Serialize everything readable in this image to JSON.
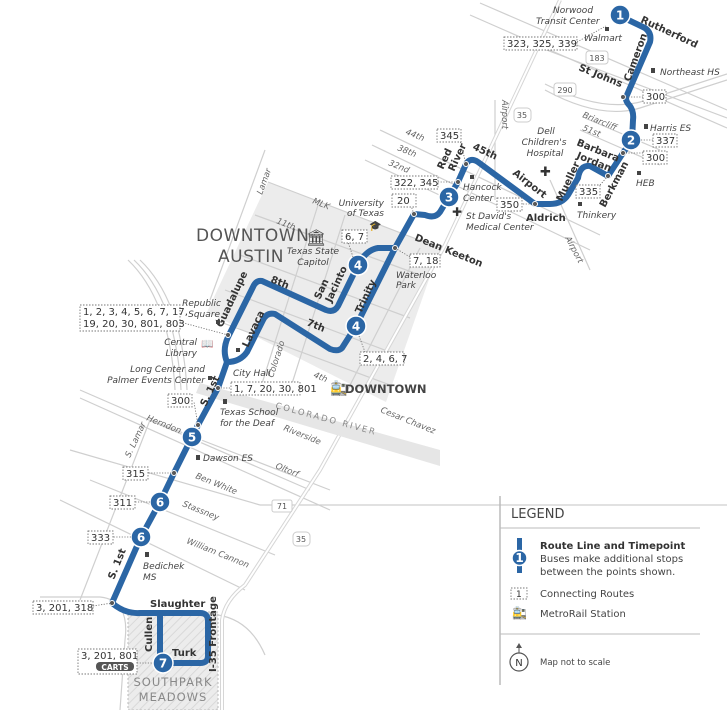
{
  "map": {
    "route_color": "#2b66a5",
    "downtown_label": [
      "DOWNTOWN",
      "AUSTIN"
    ],
    "downtown_station": "DOWNTOWN",
    "southpark_label": [
      "SOUTHPARK",
      "MEADOWS"
    ],
    "river": "COLORADO RIVER",
    "highway_shields": [
      "183",
      "290",
      "35",
      "71",
      "35"
    ],
    "timepoints": [
      "1",
      "2",
      "3",
      "4",
      "4",
      "5",
      "6",
      "6",
      "7"
    ],
    "route_streets": {
      "rutherford": "Rutherford",
      "cameron": "Cameron",
      "st_johns": "St Johns",
      "barbara_jordan": [
        "Barbara",
        "Jordan"
      ],
      "berkman": "Berkman",
      "mueller": "Mueller",
      "airport": "Airport",
      "aldrich": "Aldrich",
      "forty_fifth": "45th",
      "red_river": [
        "Red",
        "River"
      ],
      "dean_keeton": "Dean Keeton",
      "san_jacinto": [
        "San",
        "Jacinto"
      ],
      "trinity": "Trinity",
      "eighth": "8th",
      "seventh": "7th",
      "guadalupe": "Guadalupe",
      "lavaca": "Lavaca",
      "s_first": "S. 1st",
      "s_first_south": "S. 1st",
      "slaughter": "Slaughter",
      "cullen": "Cullen",
      "turk": "Turk",
      "i35_frontage": "I-35 Frontage"
    },
    "other_streets": {
      "briarcliff": "Briarcliff",
      "fifty_first": "51st",
      "airport_n": "Airport",
      "airport_s": "Airport",
      "forty_fourth": "44th",
      "thirty_eighth": "38th",
      "thirty_second": "32nd",
      "mlk": "MLK",
      "lamar": "Lamar",
      "eleventh": "11th",
      "colorado": "Colorado",
      "fourth": "4th",
      "cesar_chavez": "Cesar Chavez",
      "herndon": "Herndon",
      "s_lamar": "S. Lamar",
      "riverside": "Riverside",
      "oltorf": "Oltorf",
      "ben_white": "Ben White",
      "stassney": "Stassney",
      "william_cannon": "William Cannon"
    },
    "places": {
      "norwood": [
        "Norwood",
        "Transit Center"
      ],
      "walmart": "Walmart",
      "northeast_hs": "Northeast HS",
      "harris_es": "Harris ES",
      "heb": "HEB",
      "thinkery": "Thinkery",
      "dell_childrens": [
        "Dell",
        "Children's",
        "Hospital"
      ],
      "hancock": [
        "Hancock",
        "Center"
      ],
      "st_davids": [
        "St David's",
        "Medical Center"
      ],
      "ut": [
        "University",
        "of Texas"
      ],
      "capitol": [
        "Texas State",
        "Capitol"
      ],
      "waterloo": [
        "Waterloo",
        "Park"
      ],
      "republic_square": [
        "Republic",
        "Square"
      ],
      "central_library": [
        "Central",
        "Library"
      ],
      "city_hall": "City Hall",
      "long_center": [
        "Long Center and",
        "Palmer Events Center"
      ],
      "school_deaf": [
        "Texas School",
        "for the Deaf"
      ],
      "dawson": "Dawson ES",
      "bedichek": [
        "Bedichek",
        "MS"
      ]
    },
    "connections": {
      "norwood": "323, 325, 339",
      "cameron_300": "300",
      "harris_337": "337",
      "berkman_300": "300",
      "barbara_335": "335",
      "aldrich_350": "350",
      "red_river_345": "345",
      "hancock": "322, 345",
      "dean_keeton_20": "20",
      "waterloo": "7, 18",
      "san_jacinto": "6, 7",
      "trinity": "2, 4, 6, 7",
      "republic": [
        "1, 2, 3, 4, 5, 6, 7, 17,",
        "19, 20, 30, 801, 803"
      ],
      "city_hall": "1, 7, 20, 30, 801",
      "riverside_300": "300",
      "ben_white_315": "315",
      "stassney_311": "311",
      "william_cannon_333": "333",
      "slaughter": "3, 201, 318",
      "southpark": "3, 201, 801",
      "carts": "CARTS"
    }
  },
  "legend": {
    "title": "LEGEND",
    "route_title": "Route Line and Timepoint",
    "route_desc": [
      "Buses make additional stops",
      "between the points shown."
    ],
    "timepoint_sample": "1",
    "connecting_sample": "1",
    "connecting": "Connecting Routes",
    "metrorail": "MetroRail Station",
    "compass": "N",
    "scale_note": "Map not to scale"
  }
}
